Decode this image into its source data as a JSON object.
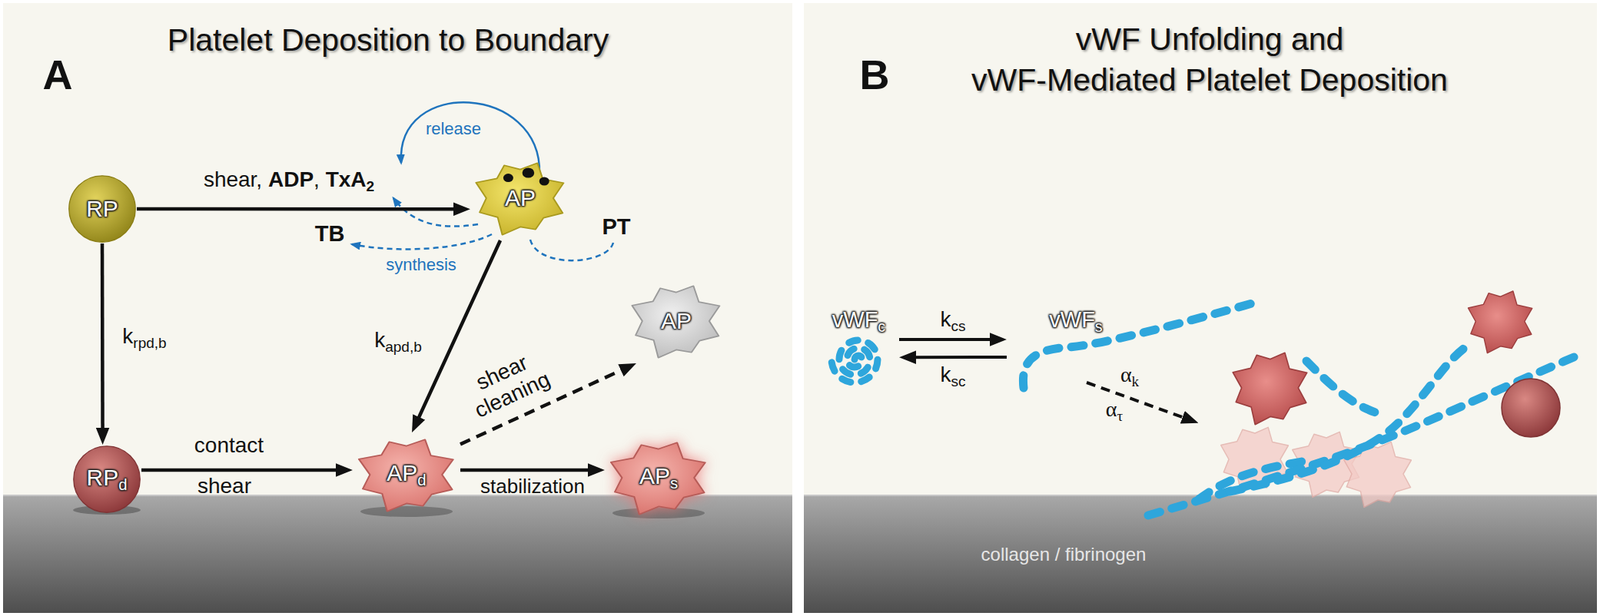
{
  "diagram": {
    "nodes": [
      {
        "text": [
          "RP"
        ]
      },
      {
        "text": [
          "AP"
        ]
      },
      {
        "text": [
          "RPd"
        ]
      },
      {
        "text": [
          "APd"
        ]
      },
      {
        "text": [
          "AP"
        ]
      },
      {
        "text": [
          "APs"
        ]
      },
      {
        "text": [
          "vWFc"
        ]
      },
      {
        "text": [
          "vWFs"
        ]
      }
    ],
    "edges": [
      {
        "from": 0,
        "to": 1,
        "arrow": "to",
        "label": "shear, ADP, TxA2"
      },
      {
        "from": 0,
        "to": 2,
        "arrow": "to",
        "label": "krpd,b"
      },
      {
        "from": 1,
        "to": 3,
        "arrow": "to",
        "label": "kapd,b"
      },
      {
        "from": 2,
        "to": 3,
        "arrow": "to",
        "label": "contact"
      },
      {
        "from": 3,
        "to": 4,
        "arrow": "to",
        "label": "shear cleaning"
      },
      {
        "from": 3,
        "to": 5,
        "arrow": "to",
        "label": "stabilization"
      },
      {
        "from": 6,
        "to": 7,
        "arrow": "to",
        "label": "kcs"
      },
      {
        "from": 7,
        "to": 6,
        "arrow": "to",
        "label": "ksc"
      }
    ],
    "labels": [
      "Platelet Deposition to Boundary",
      "A",
      "vWF Unfolding and vWF-Mediated Platelet Deposition",
      "B",
      "release",
      "synthesis",
      "TB",
      "PT",
      "shear",
      "αk",
      "ατ",
      "collagen / fibrinogen"
    ]
  }
}
